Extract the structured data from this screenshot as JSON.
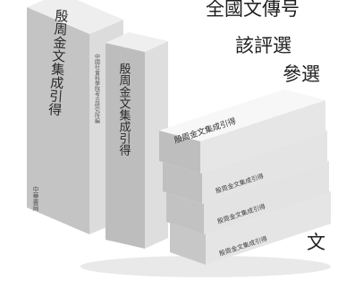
{
  "captions": [
    "全國文傳号",
    "該評選",
    "參選",
    "文"
  ],
  "books": {
    "upright_left": {
      "spine_title": "殷周金文集成引得",
      "series_text": "中國社會科學院考古研究所編",
      "bottom_text": "中華書局"
    },
    "upright_right": {
      "spine_title": "殷周金文集成引得"
    },
    "stack": [
      "殷周金文集成引得",
      "殷周金文集成引得",
      "殷周金文集成引得",
      "殷周金文集成引得"
    ]
  },
  "colors": {
    "paper": "#efefef",
    "cover_shade": "#d6d6d6",
    "side_dark": "#a9a9a9",
    "ink": "#2a2a2a"
  }
}
